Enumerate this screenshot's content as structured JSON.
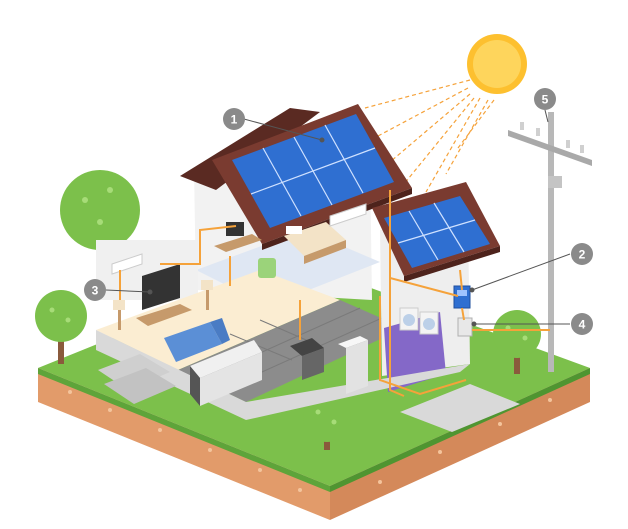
{
  "diagram": {
    "callouts": [
      {
        "id": "solar-panels",
        "label": "1"
      },
      {
        "id": "inverter",
        "label": "2"
      },
      {
        "id": "home-appliances",
        "label": "3"
      },
      {
        "id": "meter-box",
        "label": "4"
      },
      {
        "id": "utility-grid",
        "label": "5"
      }
    ]
  },
  "colors": {
    "roof": "#7a3b30",
    "solar_panel": "#2f6fd1",
    "wiring": "#f5a23a",
    "sun": "#fdc02f",
    "grass": "#7cc04b",
    "soil": "#e29b6a",
    "callout": "#8a8a8a",
    "tree": "#7cc04b"
  }
}
